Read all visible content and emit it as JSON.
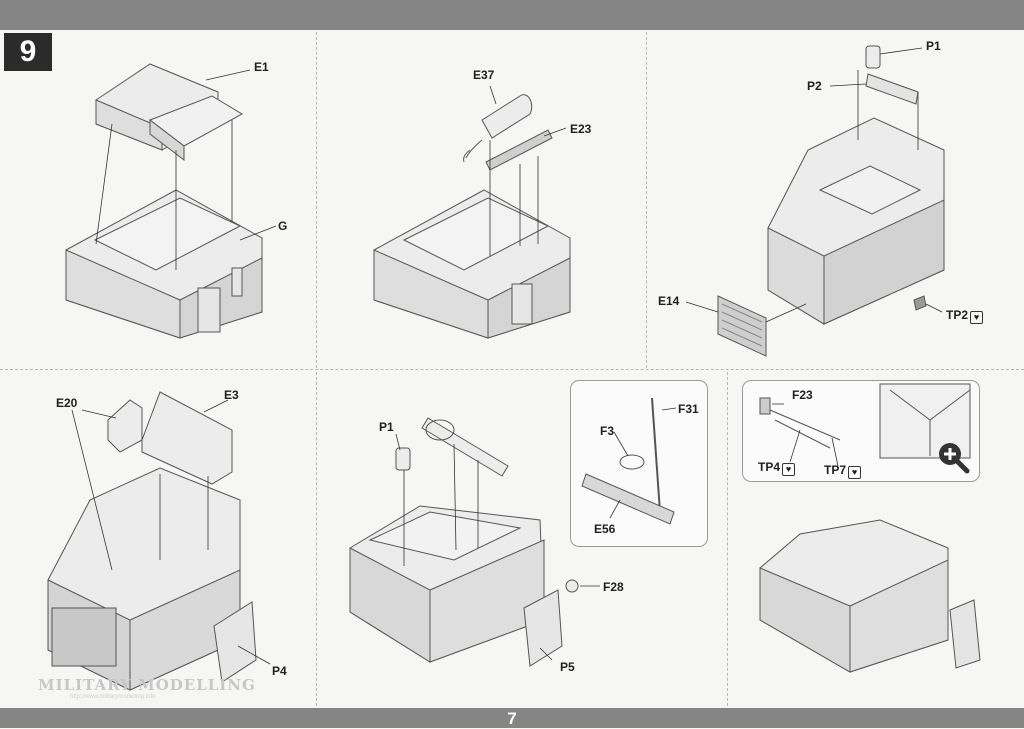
{
  "step": {
    "number": "9"
  },
  "page": {
    "number": "7"
  },
  "watermark": {
    "main": "MILITARY MODELLING",
    "sub": "http://www.militarymodelling.info"
  },
  "labels": {
    "e1": "E1",
    "g": "G",
    "e37": "E37",
    "e23": "E23",
    "p1_top": "P1",
    "p2": "P2",
    "e14": "E14",
    "tp2": "TP2",
    "e20": "E20",
    "e3": "E3",
    "p4": "P4",
    "p1_mid": "P1",
    "f28": "F28",
    "p5": "P5",
    "f31": "F31",
    "f3": "F3",
    "e56": "E56",
    "f23": "F23",
    "tp4": "TP4",
    "tp7": "TP7"
  },
  "icons": {
    "photo_etch": "photo-etch-icon",
    "zoom": "zoom-in-icon"
  }
}
